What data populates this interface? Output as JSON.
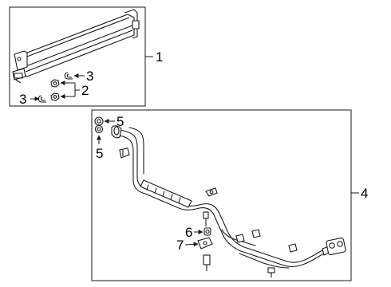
{
  "callouts": {
    "c1": "1",
    "c2": "2",
    "c3a": "3",
    "c3b": "3",
    "c4": "4",
    "c5a": "5",
    "c5b": "5",
    "c6": "6",
    "c7": "7"
  },
  "colors": {
    "line": "#1a1a1a",
    "background": "#ffffff"
  }
}
